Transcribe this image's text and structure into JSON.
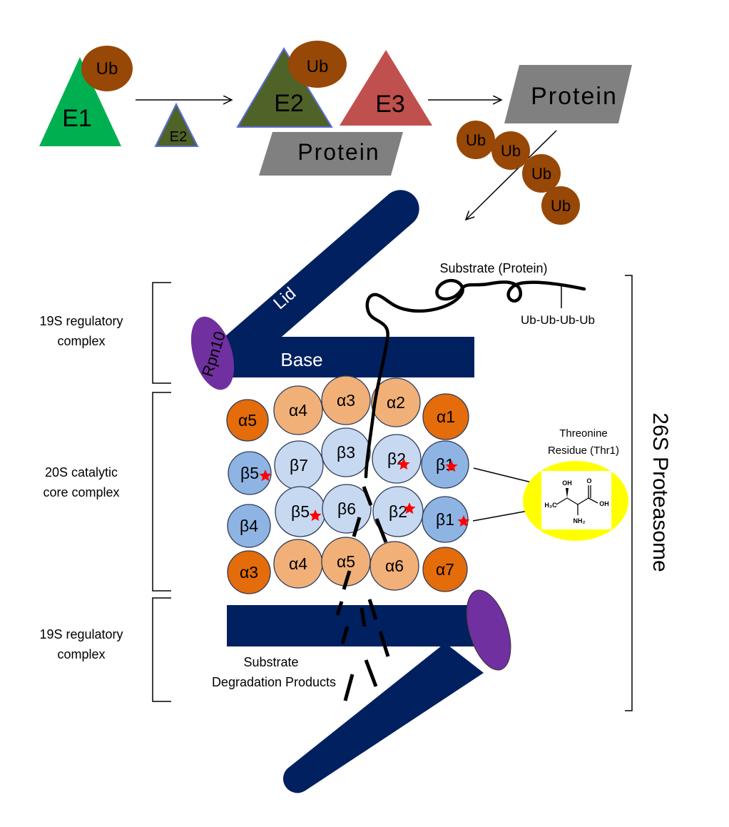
{
  "ubiquitination": {
    "e1": "E1",
    "e2_small": "E2",
    "e2": "E2",
    "e3": "E3",
    "ub": "Ub",
    "protein_lower": "Protein",
    "protein_upper": "Protein",
    "ub_chain": [
      "Ub",
      "Ub",
      "Ub",
      "Ub"
    ]
  },
  "proteasome": {
    "lid": "Lid",
    "rpn10": "Rpn10",
    "base": "Base",
    "substrate": "Substrate (Protein)",
    "ub_tag": "Ub-Ub-Ub-Ub",
    "name": "26S Proteasome",
    "regulatory_top": [
      "19S regulatory",
      "complex"
    ],
    "catalytic": [
      "20S catalytic",
      "core complex"
    ],
    "regulatory_bottom": [
      "19S regulatory",
      "complex"
    ],
    "threonine": [
      "Threonine",
      "Residue (Thr1)"
    ],
    "products": [
      "Substrate",
      "Degradation Products"
    ],
    "rows": [
      [
        "α5",
        "α4",
        "α3",
        "α2",
        "α1"
      ],
      [
        "β5",
        "β7",
        "β3",
        "β2",
        "β1"
      ],
      [
        "β4",
        "β5",
        "β6",
        "β2",
        "β1"
      ],
      [
        "α3",
        "α4",
        "α5",
        "α6",
        "α7"
      ]
    ],
    "chem": {
      "oh": "OH",
      "o": "O",
      "oh2": "OH",
      "h3c": "H₃C",
      "nh2": "NH₂"
    }
  },
  "colors": {
    "e1": "#00b050",
    "e2": "#4f6228",
    "e3": "#c0504d",
    "ub": "#974706",
    "protein": "#808080",
    "lid": "#002060",
    "rpn10": "#7030a0",
    "alpha_dark": "#e46c0a",
    "alpha_light": "#f1b078",
    "beta_dark": "#8eb4e3",
    "beta_light": "#c6d9f1",
    "thr_ellipse": "#ffff00"
  }
}
